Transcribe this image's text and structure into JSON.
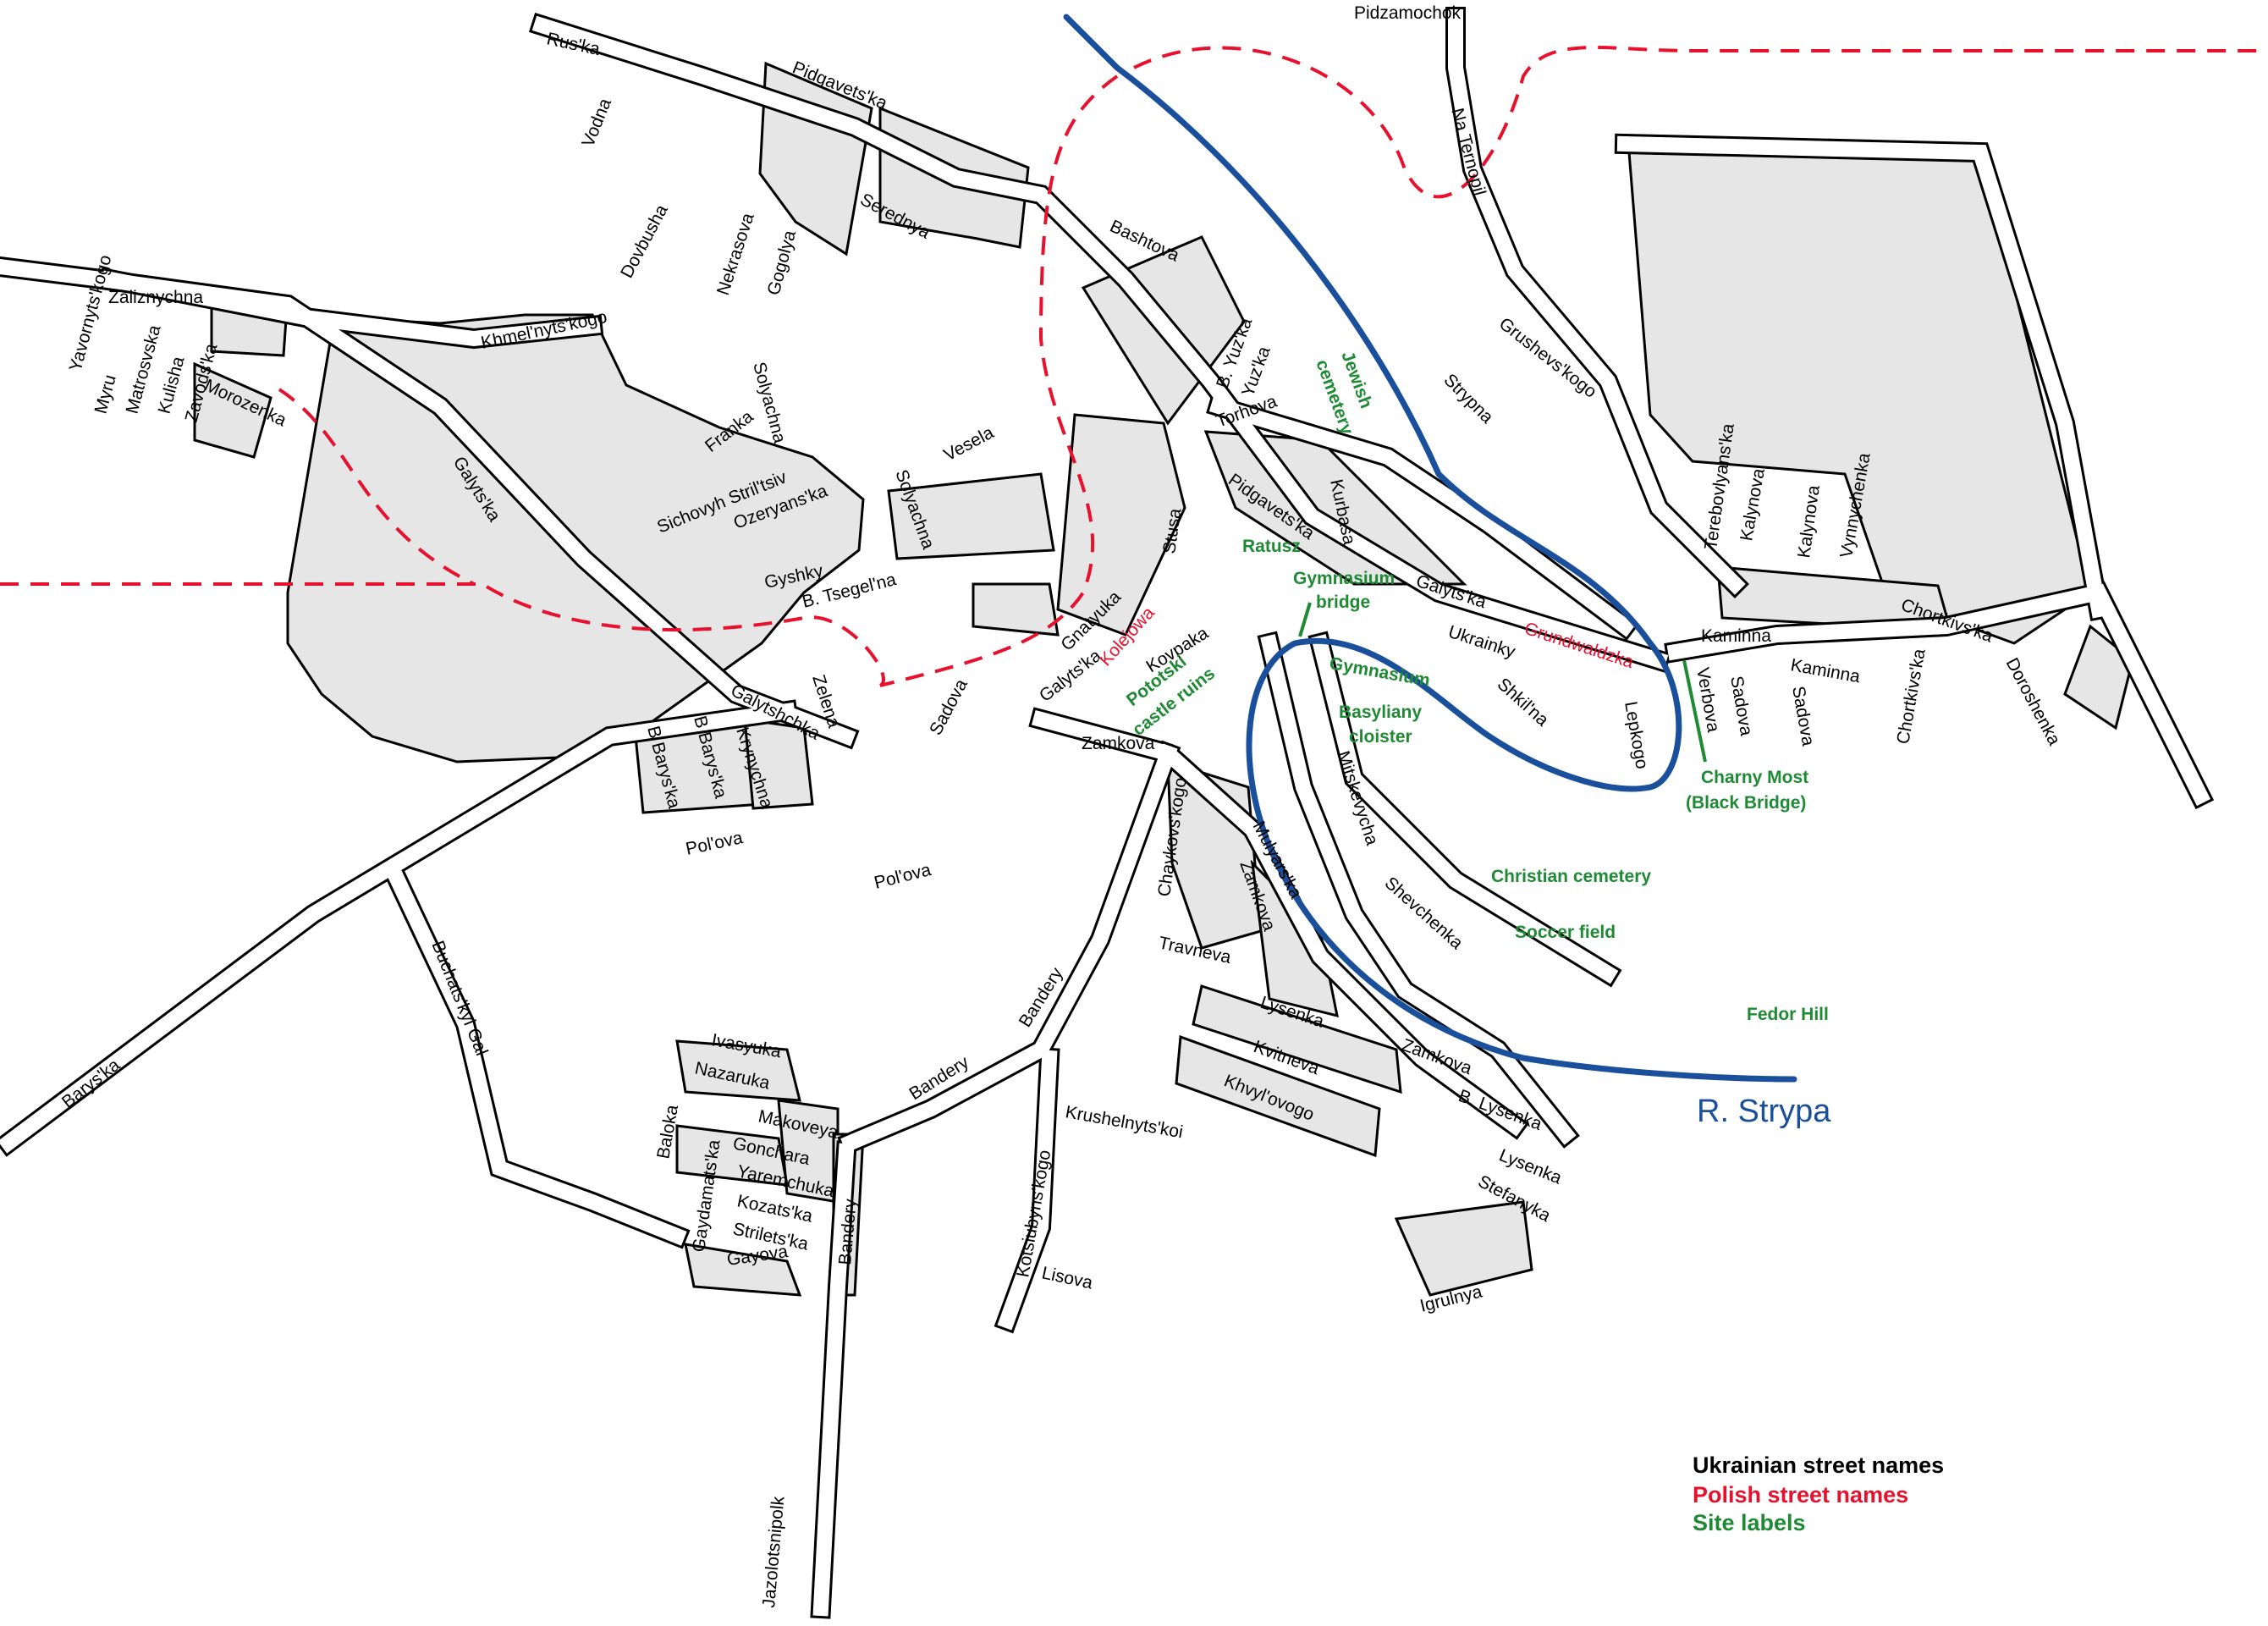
{
  "colors": {
    "street_label": "#000000",
    "polish_label": "#e8112d",
    "site_label": "#1f8a34",
    "river": "#1a4f9c",
    "border": "#e8112d",
    "block_fill": "#e6e6e6"
  },
  "river": {
    "name": "R. Strypa"
  },
  "legend": [
    {
      "label": "Ukrainian street names",
      "kind": "street"
    },
    {
      "label": "Polish street names",
      "kind": "polish"
    },
    {
      "label": "Site labels",
      "kind": "site"
    }
  ],
  "streets": [
    "Pidzamochok",
    "Rus'ka",
    "Vodna",
    "Pidgavets'ka",
    "Na Ternopil",
    "Zaliznychna",
    "Yavornyts'kogo",
    "Myru",
    "Matrosvska",
    "Kulisha",
    "Zavods'ka",
    "Morozenka",
    "Dovbusha",
    "Nekrasova",
    "Gogolya",
    "Serednya",
    "Khmel'nyts'kogo",
    "Bashtova",
    "Grushevs'kogo",
    "B. Yuz'ka",
    "Yuz'ka",
    "Strypna",
    "Galyts'ka",
    "Solyachna",
    "Franka",
    "Sichovyh Stril'tsiv",
    "Ozeryans'ka",
    "Vesela",
    "Torhova",
    "Pidgavets'ka",
    "Terebovlyans'ka",
    "Kalynova",
    "Kalynova",
    "Vynnychenka",
    "Chortkivs'ka",
    "Gyshky",
    "B. Tsegel'na",
    "Solyachna",
    "Stusa",
    "Kurbasa",
    "Galyts'ka",
    "Ukrainky",
    "Kaminna",
    "Kaminna",
    "Gnatyuka",
    "Kovpaka",
    "Galyts'ka",
    "Zelena",
    "Galytshchka",
    "Sadova",
    "Shkil'na",
    "Lepkogo",
    "Verbova",
    "Sadova",
    "Sadova",
    "Chortkivs'ka",
    "Doroshenka",
    "B Barys'ka",
    "B Barys'ka",
    "Krynychna",
    "Pol'ova",
    "Pol'ova",
    "Zamkova",
    "Chaykovs'kogo",
    "Mulyars'ka",
    "Zamkova",
    "Mitskevycha",
    "Shevchenka",
    "Travneva",
    "Lysenka",
    "Kvitneva",
    "Khvyl'ovogo",
    "Zamkova",
    "B. Lysenka",
    "Lysenka",
    "Stefanyka",
    "Igrulnya",
    "Buchats'kyi Gal",
    "Barys'ka",
    "Bandery",
    "Bandery",
    "Bandery",
    "Ivasyuka",
    "Nazaruka",
    "Makoveya",
    "Goncharа",
    "Yaremchuka",
    "Kozats'ka",
    "Strilets'ka",
    "Gayova",
    "Baloka",
    "Gaydamats'ka",
    "Krushelnyts'koi",
    "Kotsiubyns'kogo",
    "Lisova",
    "Jazolotsnipolk"
  ],
  "polish_streets": [
    "Kolejowa",
    "Grundwaldzka"
  ],
  "sites": [
    "Jewish",
    "cemetery",
    "Ratusz",
    "Gymnasium",
    "bridge",
    "Gymnasium",
    "Basyliany",
    "cloister",
    "Pototski",
    "castle ruins",
    "Charny Most",
    "(Black Bridge)",
    "Christian cemetery",
    "Soccer field",
    "Fedor Hill"
  ]
}
